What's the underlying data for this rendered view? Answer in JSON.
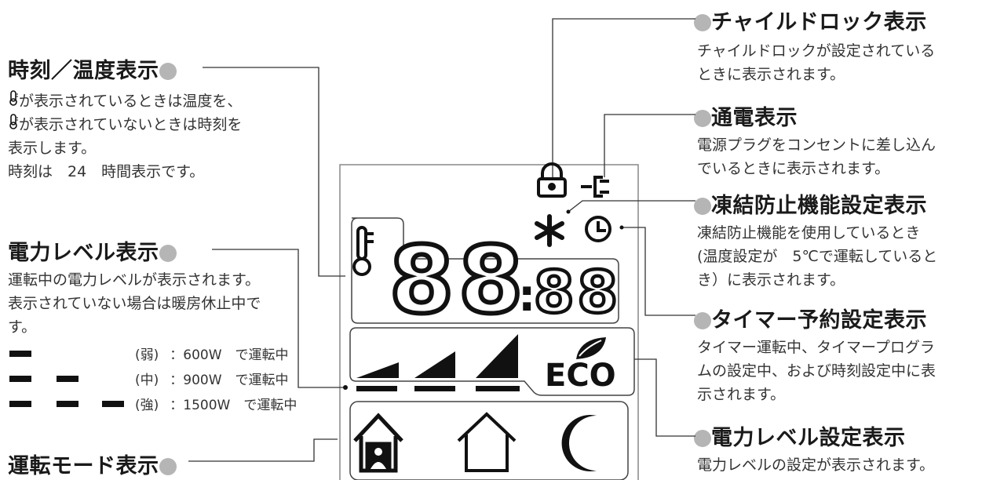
{
  "callouts": {
    "clock_temp": {
      "title": "時刻／温度表示",
      "lines": [
        "が表示されているときは温度を、",
        "が表示されていないときは時刻を",
        "表示します。",
        "時刻は　24　時間表示です。"
      ]
    },
    "power_level": {
      "title": "電力レベル表示",
      "lines": [
        "運転中の電力レベルが表示されます。",
        "表示されていない場合は暖房休止中で",
        "す。"
      ],
      "levels": [
        {
          "grade": "(弱)",
          "text": "：600W　で運転中"
        },
        {
          "grade": "(中)",
          "text": "：900W　で運転中"
        },
        {
          "grade": "(強)",
          "text": "：1500W　で運転中"
        }
      ]
    },
    "mode": {
      "title": "運転モード表示"
    },
    "child_lock": {
      "title": "チャイルドロック表示",
      "lines": [
        "チャイルドロックが設定されている",
        "ときに表示されます。"
      ]
    },
    "power_on": {
      "title": "通電表示",
      "lines": [
        "電源プラグをコンセントに差し込ん",
        "でいるときに表示されます。"
      ]
    },
    "antifreeze": {
      "title": "凍結防止機能設定表示",
      "lines": [
        "凍結防止機能を使用しているとき",
        "(温度設定が　5℃で運転していると",
        "き）に表示されます。"
      ]
    },
    "timer": {
      "title": "タイマー予約設定表示",
      "lines": [
        "タイマー運転中、タイマープログラ",
        "ムの設定中、および時刻設定中に表",
        "示されます。"
      ]
    },
    "power_setting": {
      "title": "電力レベル設定表示",
      "lines": [
        "電力レベルの設定が表示されます。"
      ]
    }
  },
  "lcd": {
    "big_digits": "88",
    "colon": ":",
    "small_digits": "88",
    "eco": "ECO"
  },
  "icons": [
    "thermometer-icon",
    "lock-icon",
    "plug-icon",
    "snowflake-icon",
    "clock-icon",
    "leaf-icon",
    "home-person-icon",
    "home-icon",
    "moon-icon"
  ],
  "colors": {
    "dot": "#b5b5b5",
    "ink": "#111111"
  }
}
